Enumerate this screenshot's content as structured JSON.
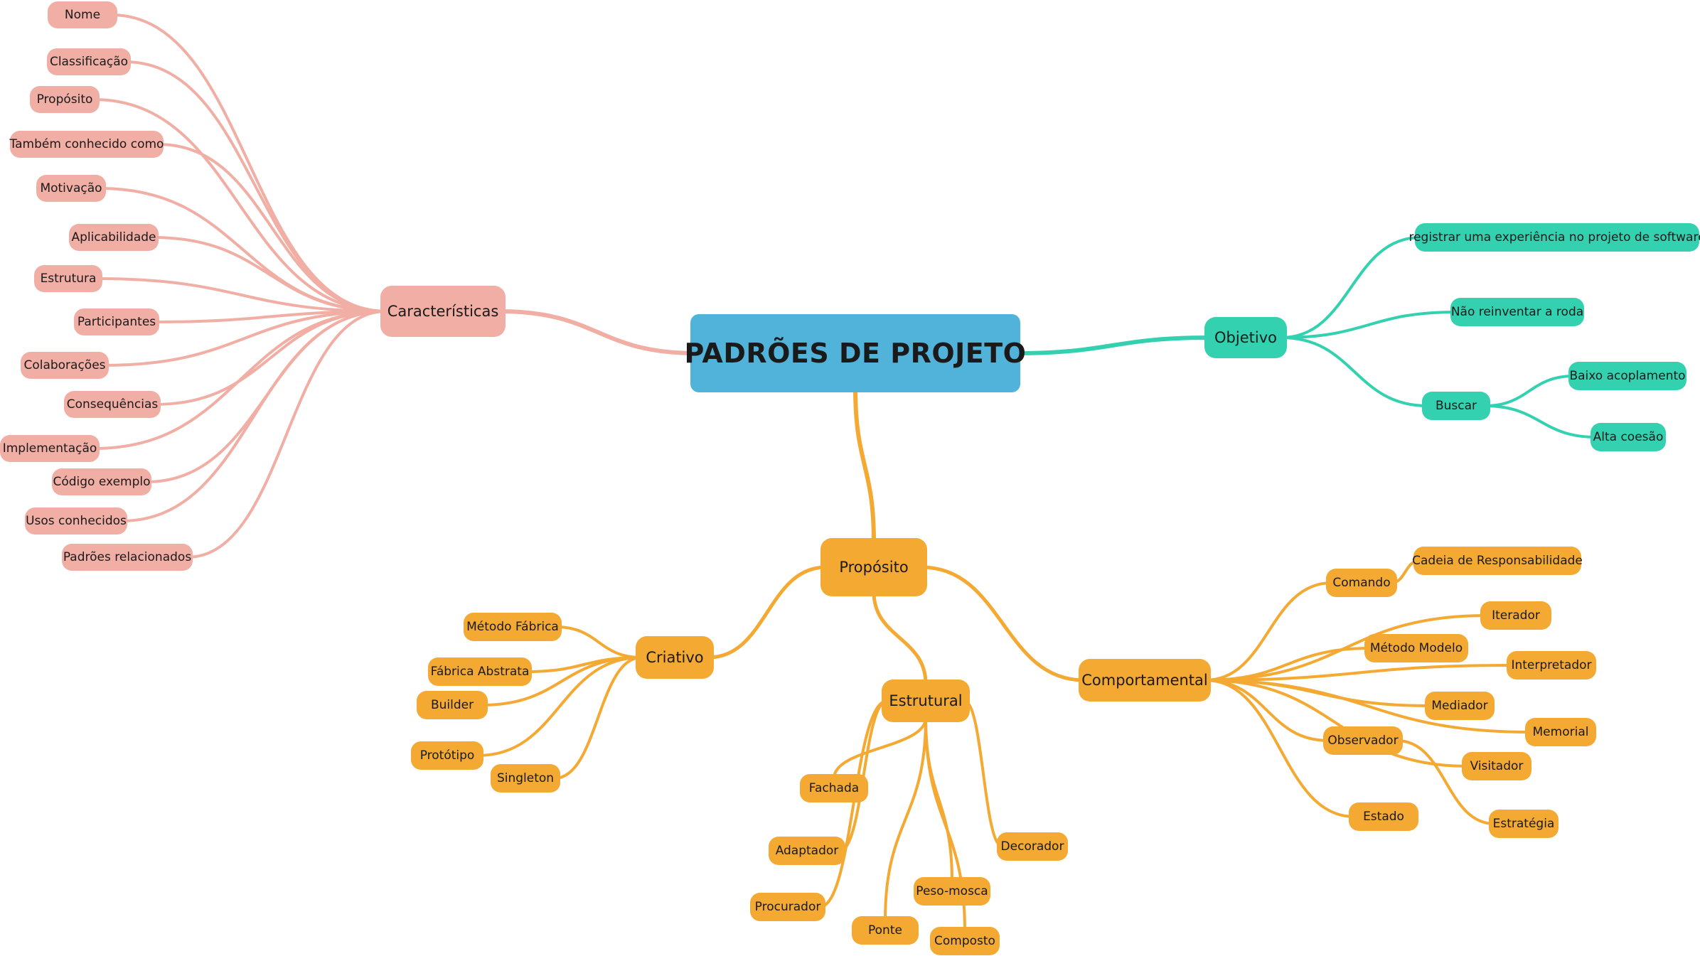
{
  "colors": {
    "root": "#52b3da",
    "pink": "#f1aea4",
    "teal": "#33d1b0",
    "orange": "#f4a933"
  },
  "root": {
    "label": "PADRÕES DE PROJETO"
  },
  "caracteristicas": {
    "label": "Características",
    "items": [
      "Nome",
      "Classificação",
      "Propósito",
      "Também conhecido como",
      "Motivação",
      "Aplicabilidade",
      "Estrutura",
      "Participantes",
      "Colaborações",
      "Consequências",
      "Implementação",
      "Código exemplo",
      "Usos conhecidos",
      "Padrões relacionados"
    ]
  },
  "objetivo": {
    "label": "Objetivo",
    "registrar": "registrar uma experiência no projeto de software",
    "nao_reinventar": "Não reinventar a roda",
    "buscar": {
      "label": "Buscar",
      "items": [
        "Baixo acoplamento",
        "Alta coesão"
      ]
    }
  },
  "proposito": {
    "label": "Propósito",
    "criativo": {
      "label": "Criativo",
      "items": [
        "Método Fábrica",
        "Fábrica Abstrata",
        "Builder",
        "Protótipo",
        "Singleton"
      ]
    },
    "estrutural": {
      "label": "Estrutural",
      "items": [
        "Fachada",
        "Adaptador",
        "Procurador",
        "Ponte",
        "Peso-mosca",
        "Composto",
        "Decorador"
      ]
    },
    "comportamental": {
      "label": "Comportamental",
      "comando": {
        "label": "Comando",
        "items": [
          "Cadeia de Responsabilidade"
        ]
      },
      "items": [
        "Iterador",
        "Método Modelo",
        "Interpretador",
        "Mediador",
        "Memorial",
        "Visitador",
        "Estado"
      ],
      "observador": {
        "label": "Observador",
        "items": [
          "Estratégia"
        ]
      }
    }
  }
}
